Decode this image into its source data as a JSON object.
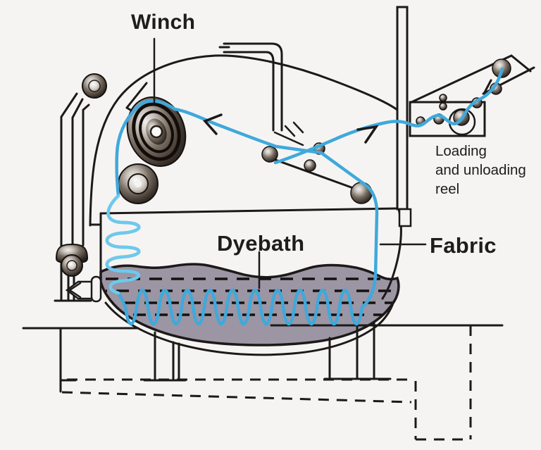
{
  "diagram": {
    "labels": {
      "winch": "Winch",
      "dyebath": "Dyebath",
      "fabric": "Fabric",
      "loading_reel_line1": "Loading",
      "loading_reel_line2": "and unloading",
      "loading_reel_line3": "reel"
    },
    "colors": {
      "background": "#f6f4f2",
      "line": "#1c1a19",
      "fabric_blue": "#3fa9dc",
      "coil_blue": "#6ec9ec",
      "bath_fill": "#9c95a3"
    },
    "components": [
      "winch drum",
      "guide rollers",
      "dye bath with liquor level dashes",
      "fabric rope (blue path)",
      "overhead spray pipe",
      "drain valve",
      "loading and unloading reel",
      "support legs",
      "foundation pit (dashed outline)"
    ]
  }
}
